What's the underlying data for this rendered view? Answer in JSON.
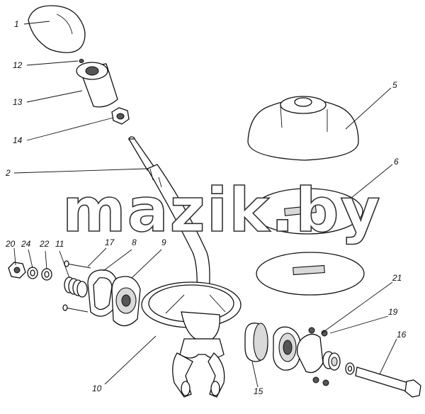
{
  "diagram": {
    "watermark": "mazik.by",
    "callouts": {
      "c1": "1",
      "c12": "12",
      "c13": "13",
      "c14": "14",
      "c2": "2",
      "c5": "5",
      "c6": "6",
      "c20": "20",
      "c24": "24",
      "c22": "22",
      "c11": "11",
      "c17": "17",
      "c8": "8",
      "c9": "9",
      "c10": "10",
      "c15": "15",
      "c21": "21",
      "c19": "19",
      "c16": "16"
    }
  }
}
